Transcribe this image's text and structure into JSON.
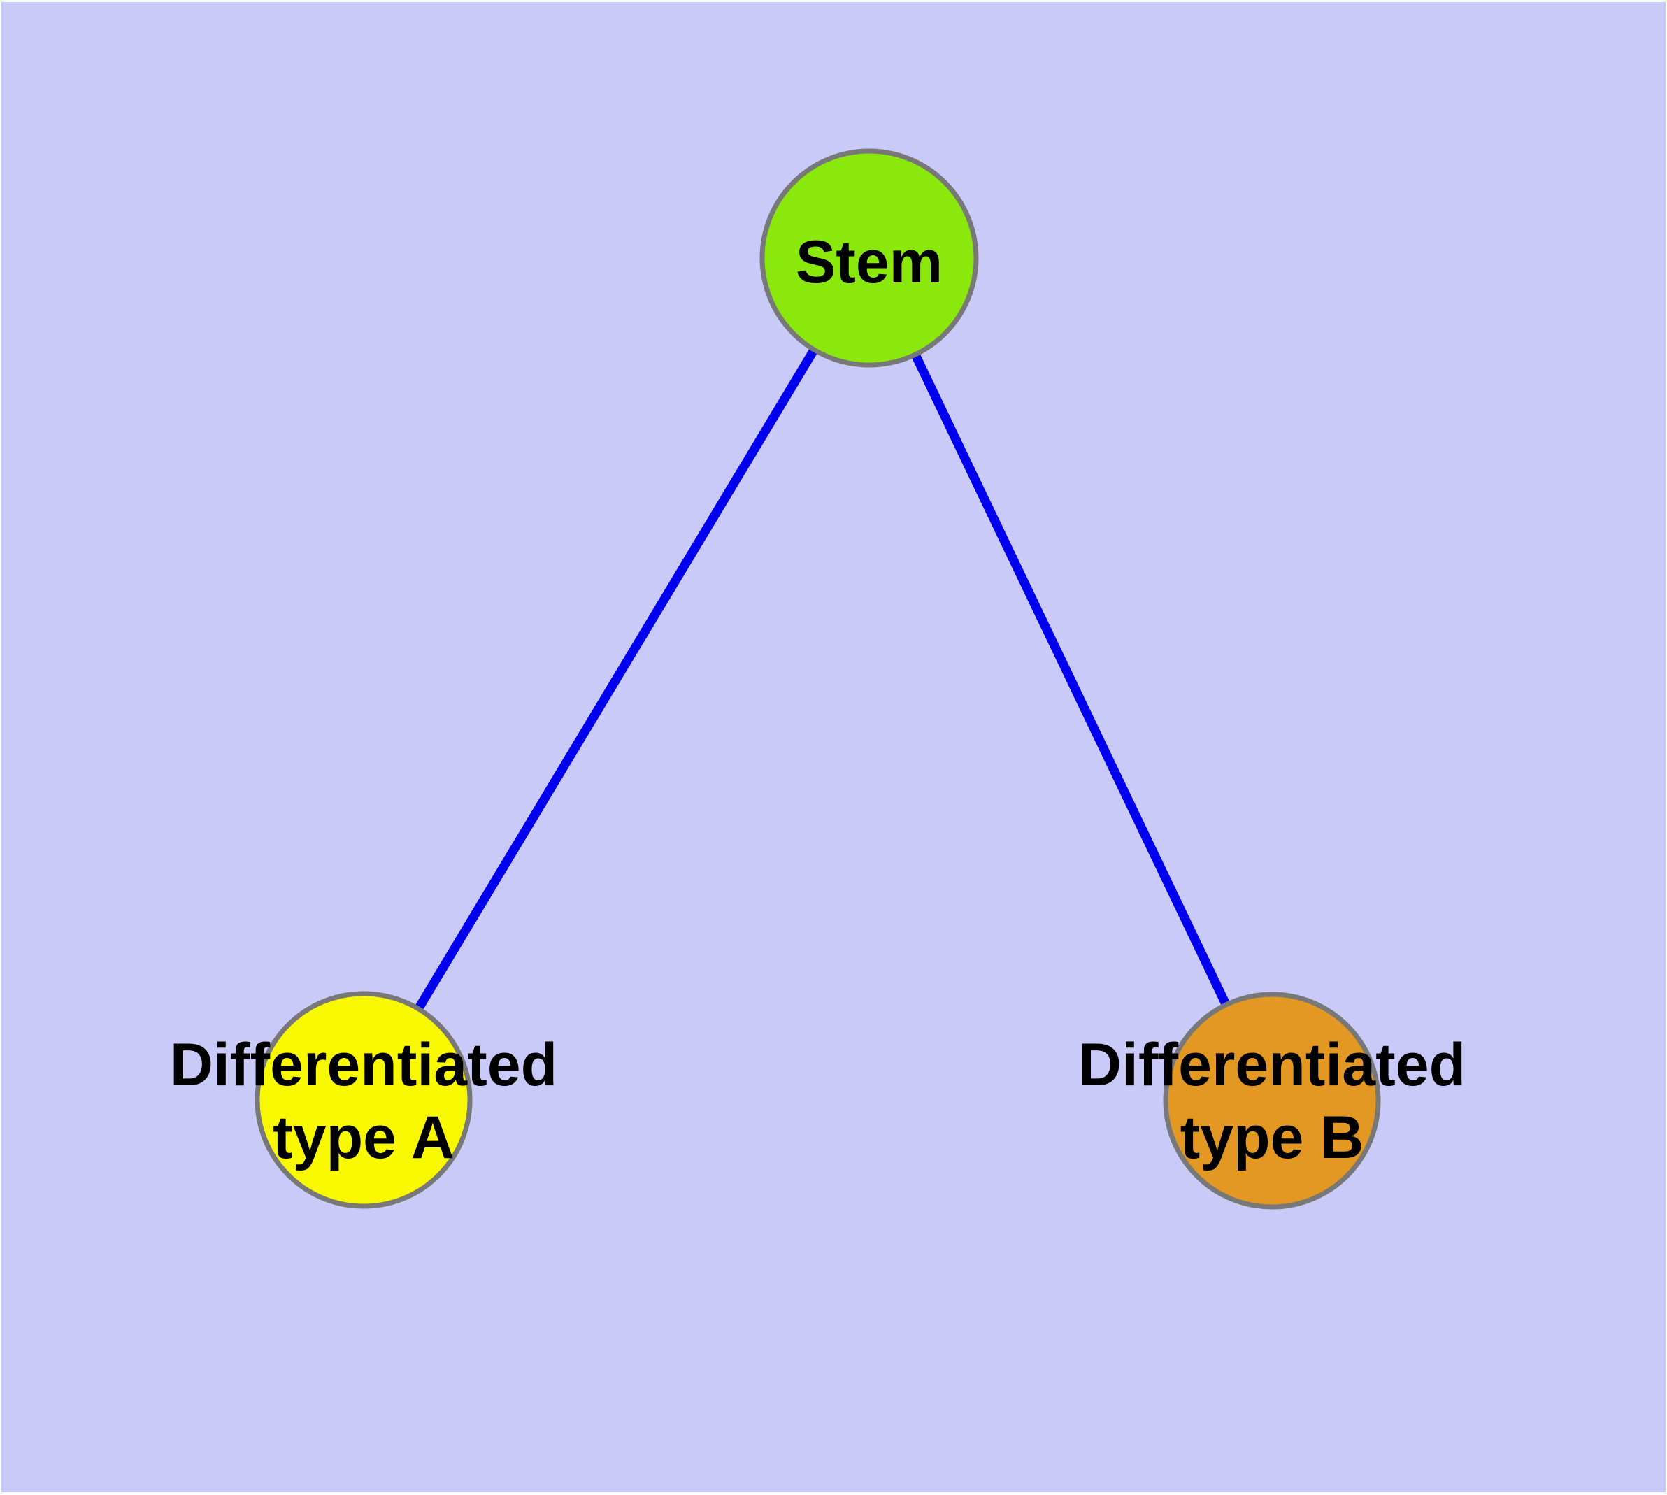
{
  "canvas": {
    "background_color": "#cacaf8",
    "frame_color": "#ffffff"
  },
  "graph": {
    "edge_color": "#0000ee",
    "node_border_color": "#787878",
    "label_color": "#000000",
    "nodes": [
      {
        "id": "stem",
        "label": "Stem",
        "lines": [
          "Stem"
        ],
        "fill": "#8ae80d"
      },
      {
        "id": "differentiated-type-a",
        "label": "Differentiated type A",
        "lines": [
          "Differentiated",
          "type A"
        ],
        "fill": "#f8f800"
      },
      {
        "id": "differentiated-type-b",
        "label": "Differentiated type B",
        "lines": [
          "Differentiated",
          "type B"
        ],
        "fill": "#e29822"
      }
    ],
    "edges": [
      {
        "from": "Stem",
        "to": "Differentiated type A"
      },
      {
        "from": "Stem",
        "to": "Differentiated type B"
      }
    ]
  }
}
